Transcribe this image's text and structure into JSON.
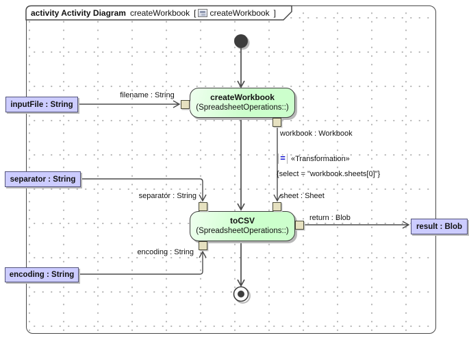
{
  "frame": {
    "kind": "activity Activity Diagram",
    "title": "createWorkbook",
    "open_bracket": "[",
    "ref": "createWorkbook",
    "close_bracket": "]"
  },
  "nodes": {
    "create_workbook": {
      "title": "createWorkbook",
      "subtitle": "(SpreadsheetOperations::)"
    },
    "to_csv": {
      "title": "toCSV",
      "subtitle": "(SpreadsheetOperations::)"
    }
  },
  "activity_parameters": {
    "input_file": "inputFile : String",
    "separator": "separator : String",
    "encoding": "encoding : String",
    "result": "result : Blob"
  },
  "edge_labels": {
    "filename": "filename : String",
    "workbook": "workbook : Workbook",
    "equals_icon": "=",
    "transformation": "«Transformation»",
    "select_constraint": "{select = \"workbook.sheets[0]\"}",
    "sheet": "sheet : Sheet",
    "separator": "separator : String",
    "encoding": "encoding : String",
    "return_blob": "return : Blob"
  },
  "colors": {
    "node_fill": "#ccffcc",
    "parameter_fill": "#ccccff",
    "pin_fill": "#e6e1c0",
    "edge": "#4a4a4a",
    "node_border": "#3c3c3c",
    "transformation_icon_blue": "#0000cc",
    "shadow": "#b8b8b8"
  }
}
